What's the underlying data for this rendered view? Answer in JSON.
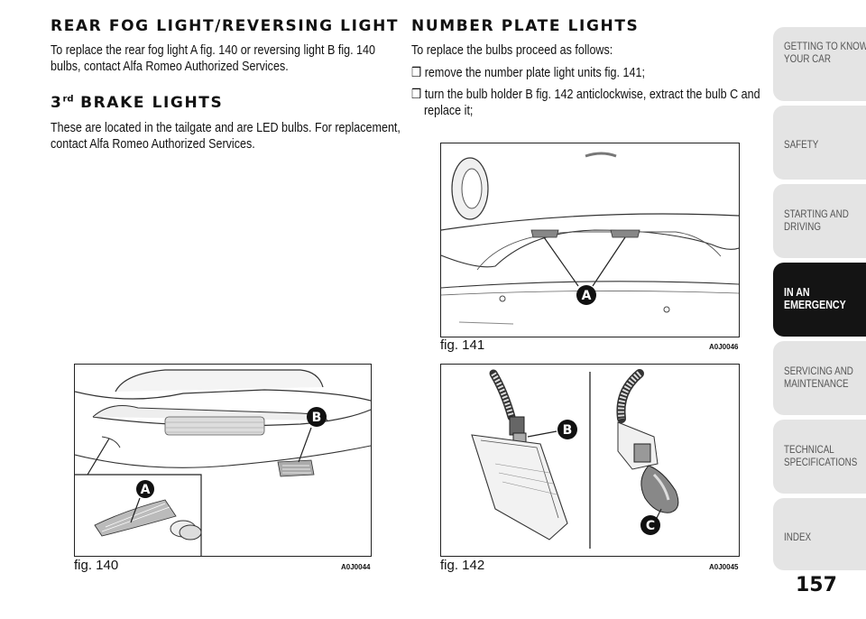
{
  "left": {
    "fog_heading": "REAR FOG LIGHT/REVERSING LIGHT",
    "fog_line1": "To replace the rear fog light A fig. 140 or reversing light B fig. 140",
    "fog_line2": "bulbs, contact Alfa Romeo Authorized Services.",
    "brake_heading_num": "3",
    "brake_heading_sup": "rd",
    "brake_heading_rest": "BRAKE LIGHTS",
    "brake_line1": "These are located in the tailgate and are LED bulbs. For replacement,",
    "brake_line2": "contact Alfa Romeo Authorized Services."
  },
  "right": {
    "heading": "NUMBER PLATE LIGHTS",
    "intro": "To replace the bulbs proceed as follows:",
    "bullet_symbol": "❒",
    "step1": "remove the number plate light units fig. 141;",
    "step2_line1": "turn the bulb holder B fig. 142 anticlockwise, extract the bulb C and",
    "step2_line2": "replace it;"
  },
  "figures": {
    "fig140": {
      "caption": "fig. 140",
      "code": "A0J0044",
      "labels": [
        "A",
        "B"
      ]
    },
    "fig141": {
      "caption": "fig. 141",
      "code": "A0J0046",
      "labels": [
        "A"
      ]
    },
    "fig142": {
      "caption": "fig. 142",
      "code": "A0J0045",
      "labels": [
        "B",
        "C"
      ]
    }
  },
  "sidebar": {
    "items": [
      {
        "line1": "GETTING TO KNOW",
        "line2": "YOUR CAR"
      },
      {
        "line1": "SAFETY",
        "line2": ""
      },
      {
        "line1": "STARTING AND",
        "line2": "DRIVING"
      },
      {
        "line1": "IN AN",
        "line2": "EMERGENCY"
      },
      {
        "line1": "SERVICING AND",
        "line2": "MAINTENANCE"
      },
      {
        "line1": "TECHNICAL",
        "line2": "SPECIFICATIONS"
      },
      {
        "line1": "INDEX",
        "line2": ""
      }
    ],
    "active_index": 3
  },
  "page_number": "157",
  "colors": {
    "active_tab": "#141414",
    "inactive_tab": "#e4e4e4"
  }
}
